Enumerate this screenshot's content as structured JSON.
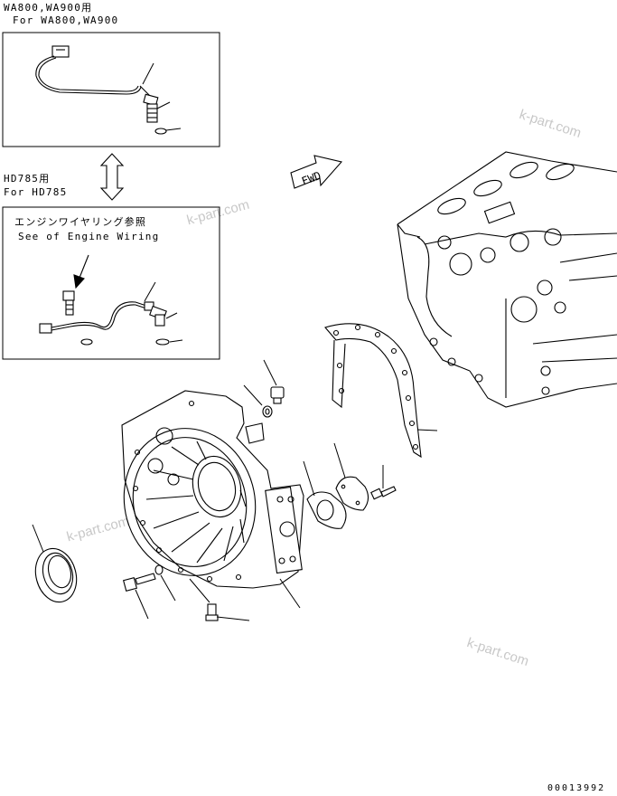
{
  "top_box": {
    "title_jp": "WA800,WA900用",
    "title_en": "For WA800,WA900"
  },
  "bottom_box": {
    "title_jp": "HD785用",
    "title_en": "For HD785",
    "note_jp": "エンジンワイヤリング参照",
    "note_en": "See of Engine Wiring"
  },
  "fwd_arrow": "FWD",
  "watermarks": [
    "k-part.com",
    "k-part.com",
    "k-part.com",
    "k-part.com"
  ],
  "drawing_number": "00013992"
}
